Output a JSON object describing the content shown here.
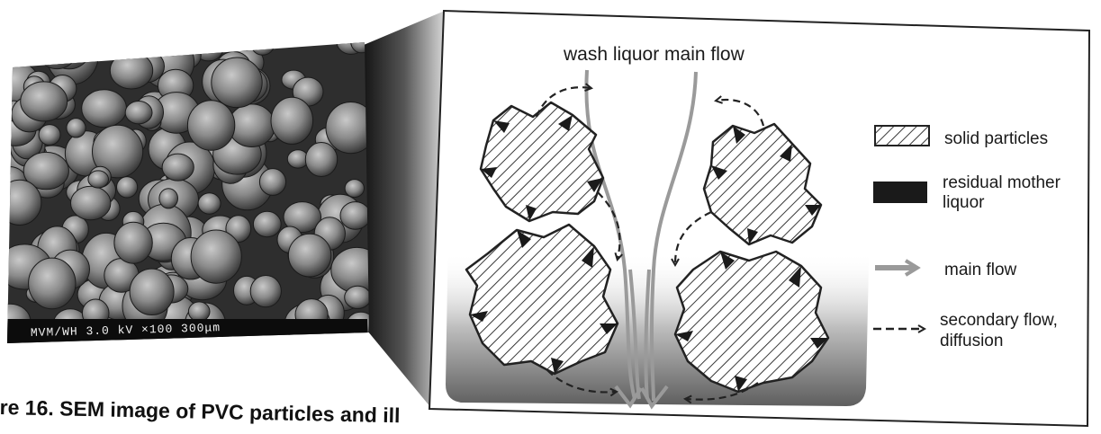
{
  "sem": {
    "info_bar": "MVM/WH 3.0 kV  ×100   300μm"
  },
  "diagram": {
    "title": "wash liquor main flow",
    "legend": [
      {
        "swatch": "hatch",
        "text": "solid particles"
      },
      {
        "swatch": "solid",
        "lines": [
          "residual mother",
          "liquor"
        ]
      },
      {
        "swatch": "arrow-solid",
        "text": "main flow"
      },
      {
        "swatch": "arrow-dashed",
        "lines": [
          "secondary flow,",
          "diffusion"
        ]
      }
    ]
  },
  "caption": "re 16. SEM image of PVC particles and ill",
  "colors": {
    "main_flow": "#9a9a9a",
    "mother_liquor": "#1a1a1a",
    "background_grad_dark": "#666666"
  }
}
